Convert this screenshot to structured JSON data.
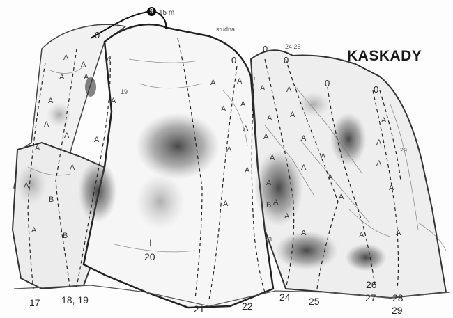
{
  "title": "KASKADY",
  "summit": {
    "marker_number": "9",
    "height_label": "15 m"
  },
  "feature_label": "studna",
  "anchor_labels": [
    "0",
    "0",
    "0",
    "0",
    "0",
    "24,25"
  ],
  "grade_letters": [
    "A",
    "A",
    "A",
    "A",
    "A",
    "A",
    "A",
    "A",
    "A",
    "A",
    "A",
    "A",
    "A",
    "A",
    "A",
    "A",
    "A",
    "A",
    "A",
    "A",
    "A",
    "A",
    "A",
    "A",
    "A",
    "A",
    "A",
    "A",
    "A",
    "A",
    "A",
    "A",
    "A",
    "A",
    "A",
    "A",
    "A",
    "A",
    "A",
    "A",
    "A",
    "A",
    "A",
    "B",
    "B",
    "B"
  ],
  "inline_numbers": [
    "19",
    "29",
    "23"
  ],
  "face_label": {
    "marker": "I",
    "number": "20"
  },
  "base_route_numbers": [
    "17",
    "18, 19",
    "21",
    "22",
    "24",
    "25",
    "26",
    "27",
    "28",
    "29"
  ]
}
